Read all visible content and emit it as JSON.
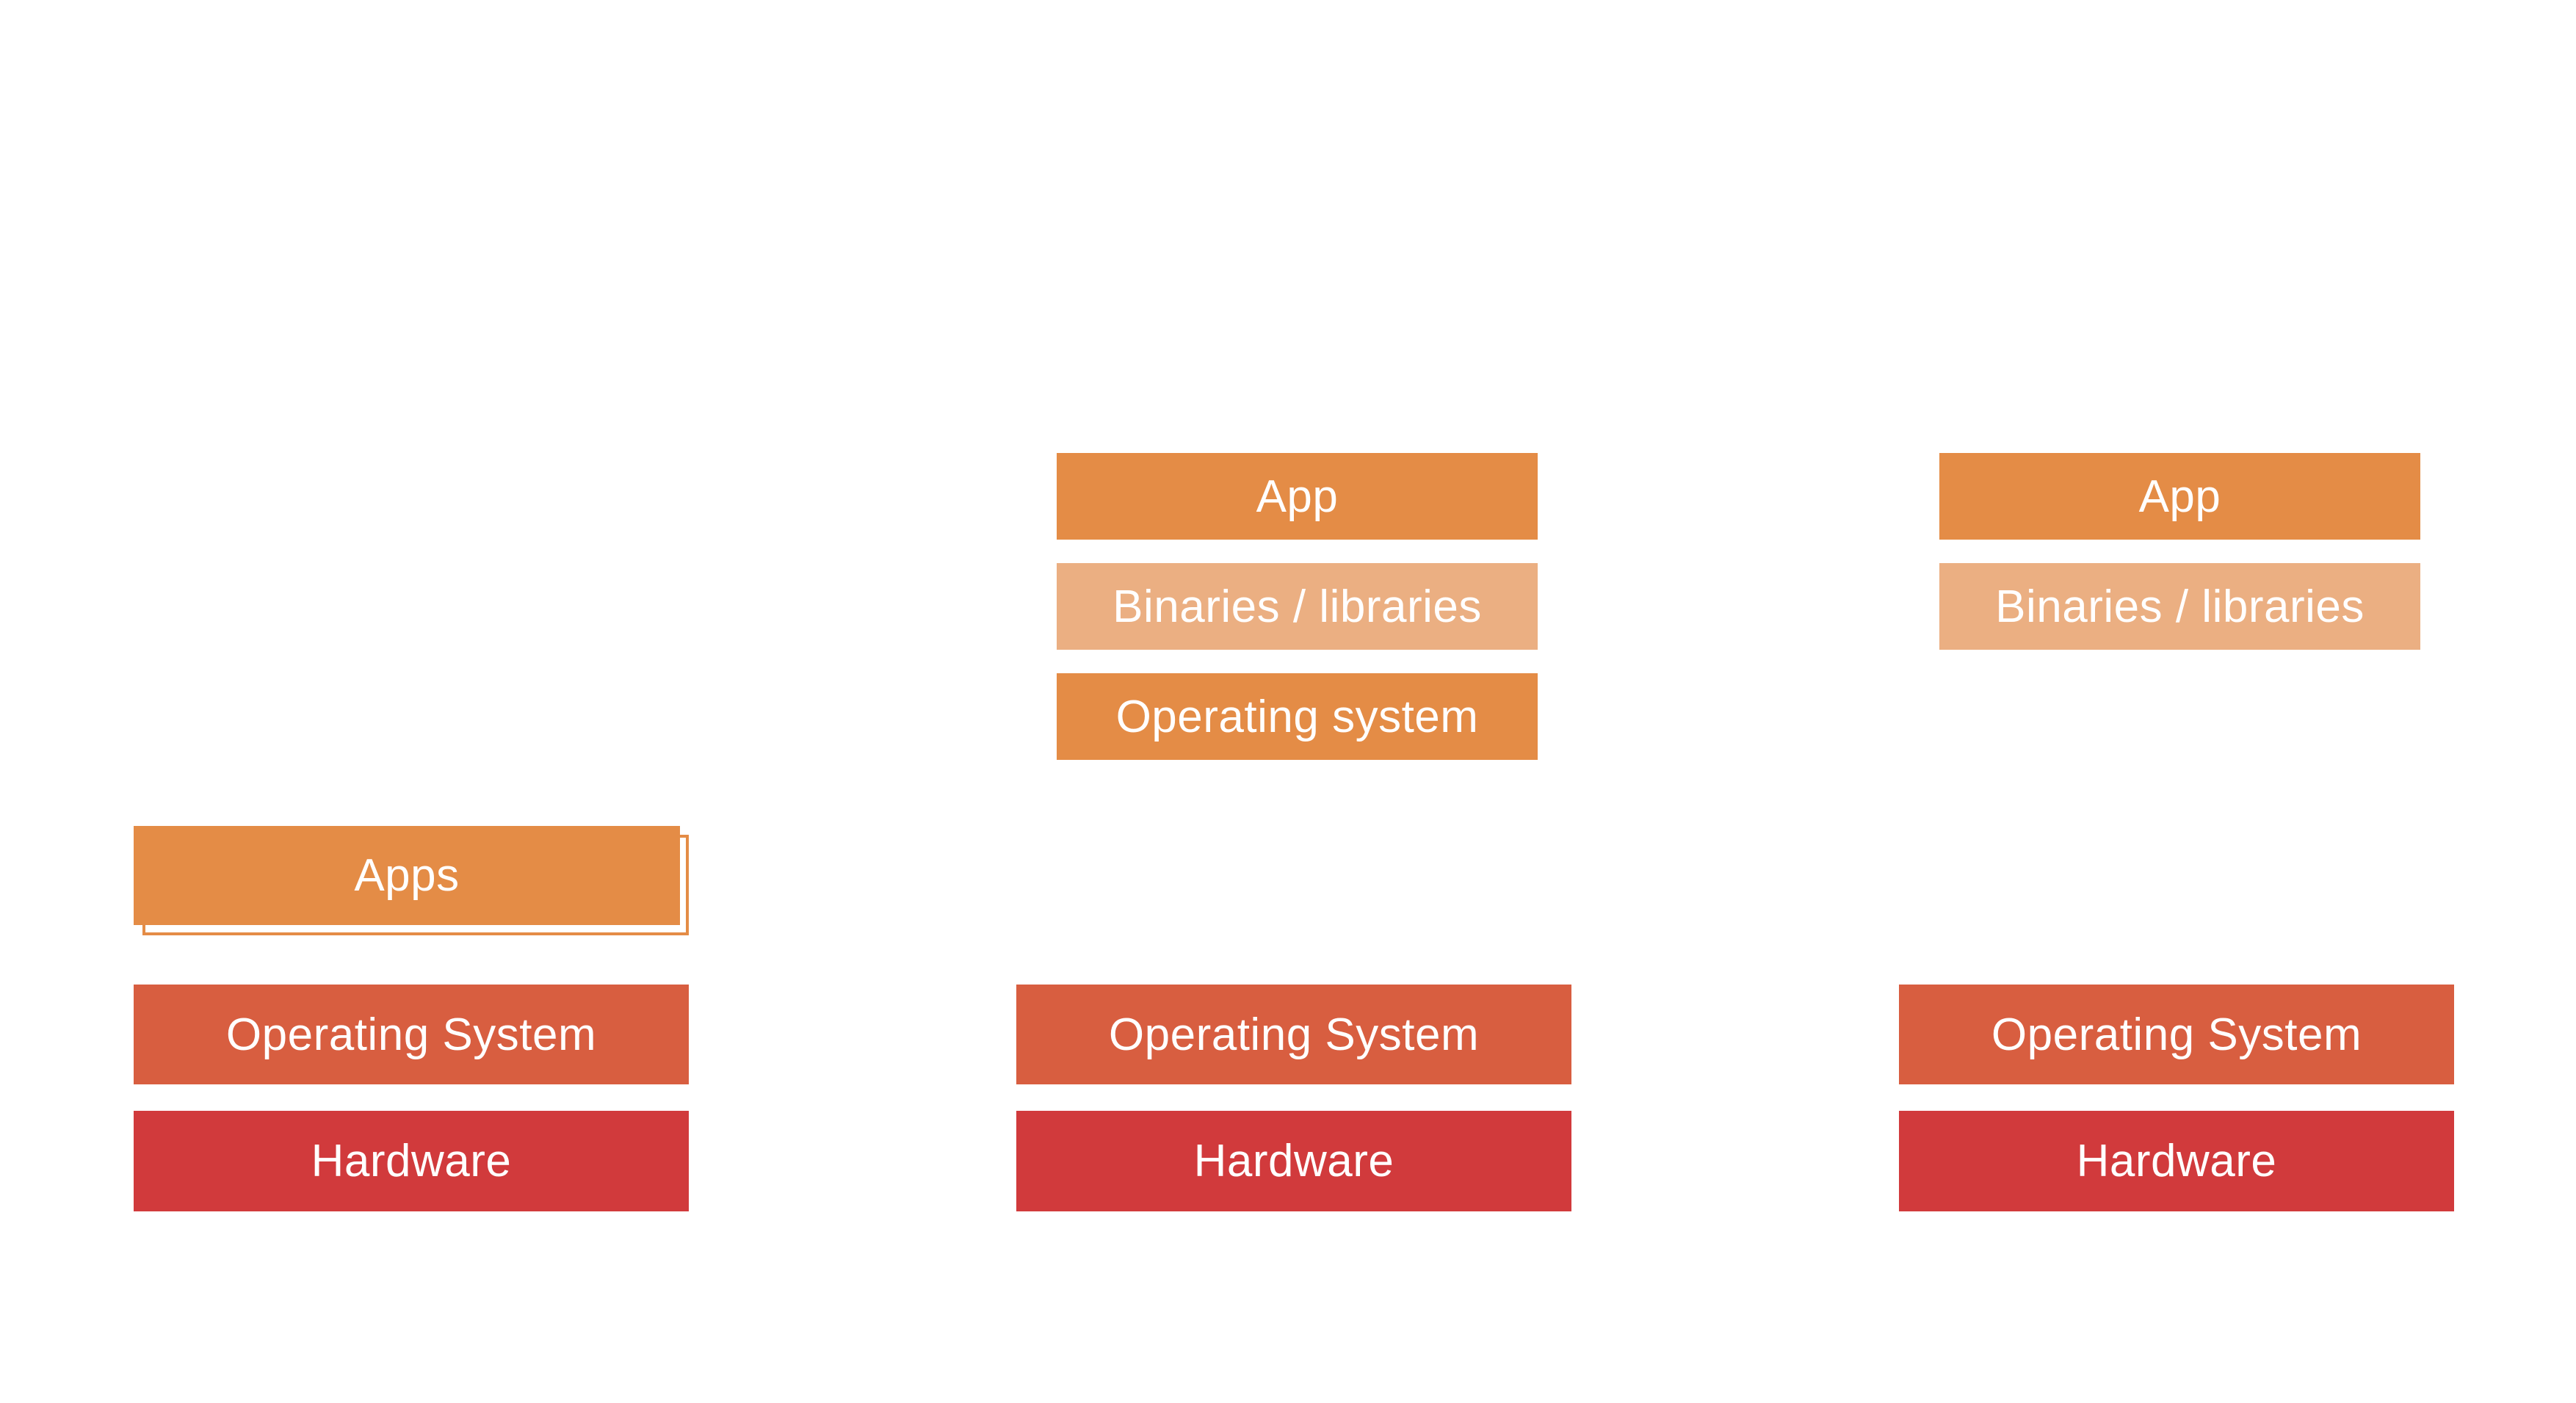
{
  "colors": {
    "app": "#E48C46",
    "libraries": "#EBAF82",
    "operating_system_guest": "#E48C46",
    "operating_system": "#D85E40",
    "hardware": "#D13A3C",
    "apps_outline": "#E48C46",
    "text": "#FFFFFF"
  },
  "columns": [
    {
      "apps": "Apps",
      "operating_system": "Operating System",
      "hardware": "Hardware"
    },
    {
      "app": "App",
      "libraries": "Binaries / libraries",
      "guest_os": "Operating system",
      "operating_system": "Operating System",
      "hardware": "Hardware"
    },
    {
      "app": "App",
      "libraries": "Binaries / libraries",
      "operating_system": "Operating System",
      "hardware": "Hardware"
    }
  ]
}
